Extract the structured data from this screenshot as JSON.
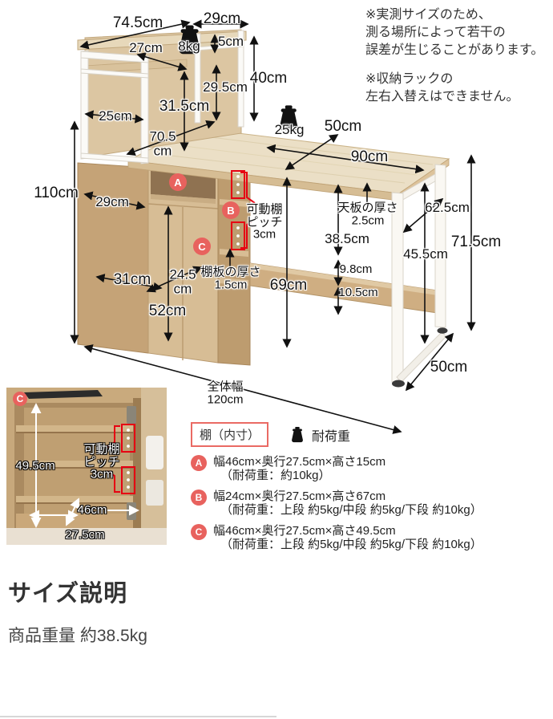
{
  "notes": [
    "※実測サイズのため、",
    "測る場所によって若干の",
    "誤差が生じることがあります。",
    "※収納ラックの",
    "左右入替えはできません。"
  ],
  "weights": {
    "rack_top": "8kg",
    "desk": "25kg"
  },
  "dims": {
    "rack_width": "74.5cm",
    "rack_right_width": "29cm",
    "shelf_depth": "27cm",
    "top_gap": "5cm",
    "right_height": "40cm",
    "mid_gap": "29.5cm",
    "left_inner_height": "31.5cm",
    "side_depth": "25cm",
    "inner_width_line1": "70.5",
    "inner_width_line2": "cm",
    "total_height": "110cm",
    "desk_depth": "50cm",
    "desk_width": "90cm",
    "cabinet_depth": "29cm",
    "cabinet_width": "31cm",
    "cabinet_diag_line1": "24.5",
    "cabinet_diag_line2": "cm",
    "cabinet_height": "52cm",
    "under_desk_height": "69cm",
    "movable_line1": "可動棚",
    "movable_line2": "ピッチ",
    "movable_line3": "3cm",
    "board_line1": "棚板の厚さ",
    "board_line2": "1.5cm",
    "top_board_line1": "天板の厚さ",
    "top_board_line2": "2.5cm",
    "clearance": "38.5cm",
    "bar_height": "9.8cm",
    "bar_floor_gap": "10.5cm",
    "leg_inner_height": "45.5cm",
    "leg_diag": "62.5cm",
    "desk_height": "71.5cm",
    "leg_depth": "50cm",
    "overall_line1": "全体幅",
    "overall_line2": "120cm"
  },
  "markers": {
    "a": "A",
    "b": "B",
    "c": "C"
  },
  "inset": {
    "marker": "C",
    "height": "49.5cm",
    "movable_line1": "可動棚",
    "movable_line2": "ピッチ",
    "movable_line3": "3cm",
    "width": "46cm",
    "depth": "27.5cm"
  },
  "legend": {
    "title": "棚（内寸）",
    "load_title": "耐荷重",
    "rows": [
      {
        "id": "A",
        "size": "幅46cm×奥行27.5cm×高さ15cm",
        "load": "（耐荷重：約10kg）"
      },
      {
        "id": "B",
        "size": "幅24cm×奥行27.5cm×高さ67cm",
        "load": "（耐荷重：上段 約5kg/中段 約5kg/下段 約10kg）"
      },
      {
        "id": "C",
        "size": "幅46cm×奥行27.5cm×高さ49.5cm",
        "load": "（耐荷重：上段 約5kg/中段 約5kg/下段 約10kg）"
      }
    ]
  },
  "footer": {
    "heading": "サイズ説明",
    "weight": "商品重量 約38.5kg"
  },
  "colors": {
    "accent_red": "#e60012",
    "marker_pink": "#e8625e",
    "legend_border": "#ea6a64"
  }
}
